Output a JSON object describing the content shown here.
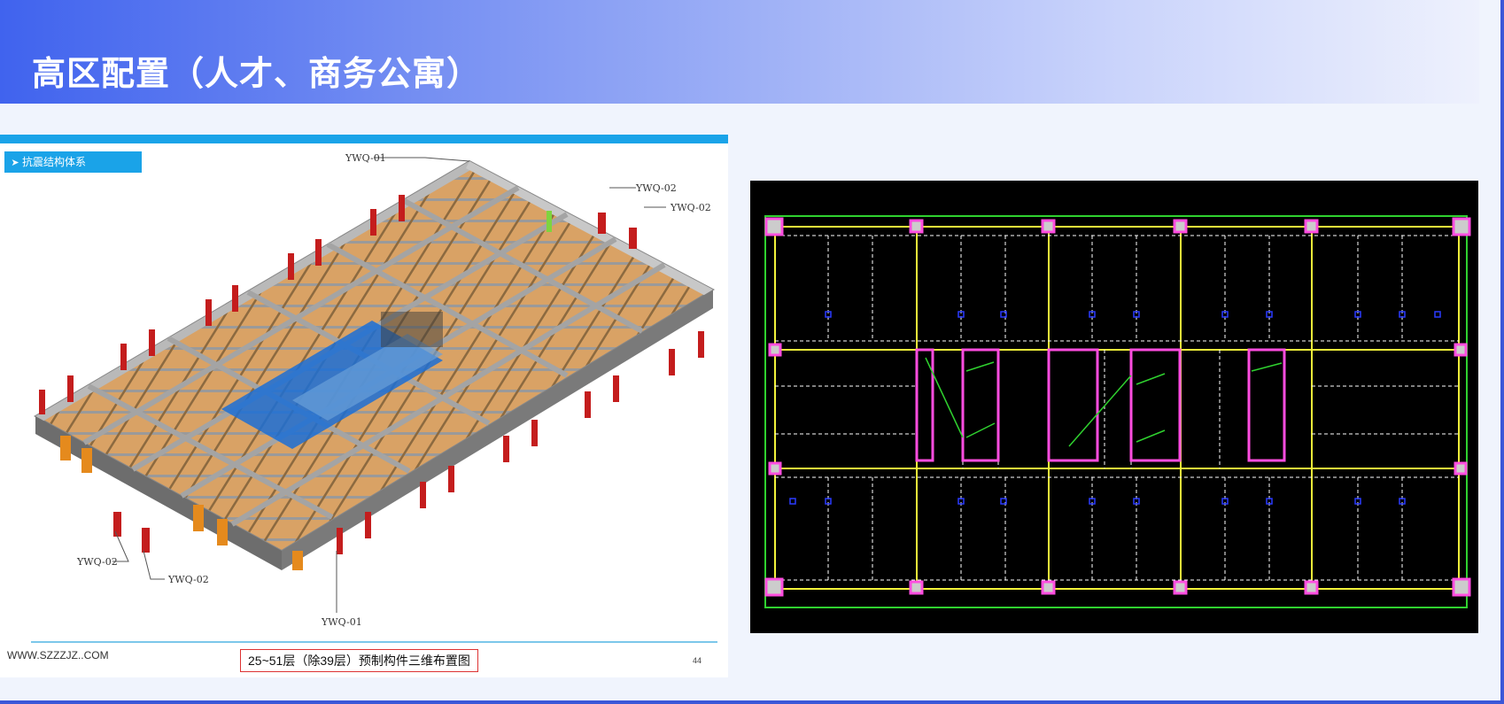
{
  "header": {
    "title": "高区配置（人才、商务公寓）"
  },
  "model_slide": {
    "tag": "抗震结构体系",
    "tag_icon": "arrow-right-icon",
    "labels": {
      "top_center": "YWQ-01",
      "top_right_1": "YWQ-02",
      "top_right_2": "YWQ-02",
      "bottom_left_1": "YWQ-02",
      "bottom_left_2": "YWQ-02",
      "bottom_center": "YWQ-01"
    },
    "website": "WWW.SZZZJZ..COM",
    "caption": "25~51层（除39层）预制构件三维布置图",
    "page_number": "44"
  },
  "colors": {
    "header_start": "#4063ee",
    "accent_blue": "#1aa3e8",
    "wall_orange": "#d9a265",
    "precast_red": "#c41d1d",
    "cad_magenta": "#ff4de0",
    "cad_yellow": "#f2f23a",
    "cad_green": "#2fd12f"
  }
}
